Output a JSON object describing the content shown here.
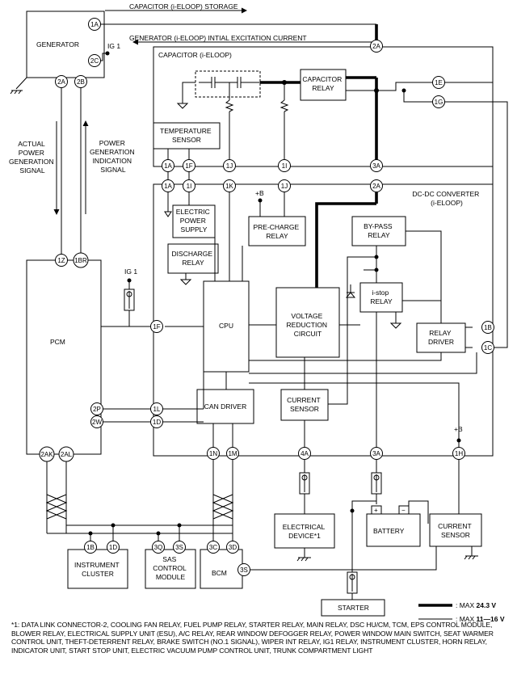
{
  "top": {
    "storage": "CAPACITOR (i-ELOOP) STORAGE",
    "excitation": "GENERATOR (i-ELOOP) INTIAL EXCITATION CURRENT"
  },
  "generator": {
    "label": "GENERATOR",
    "ig": "IG 1",
    "pins": [
      "1A",
      "2C",
      "2A",
      "2B"
    ]
  },
  "signals": {
    "left": [
      "ACTUAL",
      "POWER",
      "GENERATION",
      "SIGNAL"
    ],
    "right": [
      "POWER",
      "GENERATION",
      "INDICATION",
      "SIGNAL"
    ]
  },
  "capacitor": {
    "title": "CAPACITOR (i-ELOOP)",
    "relay": [
      "CAPACITOR",
      "RELAY"
    ],
    "temp": [
      "TEMPERATURE",
      "SENSOR"
    ],
    "pins": [
      "1A",
      "1F",
      "1J",
      "1I",
      "3A",
      "2A",
      "1E",
      "1G"
    ]
  },
  "dcdc": {
    "title": [
      "DC-DC CONVERTER",
      "(i-ELOOP)"
    ],
    "eps": [
      "ELECTRIC",
      "POWER",
      "SUPPLY"
    ],
    "precharge": [
      "PRE-CHARGE",
      "RELAY"
    ],
    "plusb": "+B",
    "discharge": [
      "DISCHARGE",
      "RELAY"
    ],
    "bypass": [
      "BY-PASS",
      "RELAY"
    ],
    "istop": [
      "i-stop",
      "RELAY"
    ],
    "cpu": "CPU",
    "vrc": [
      "VOLTAGE",
      "REDUCTION",
      "CIRCUIT"
    ],
    "relaydriver": [
      "RELAY",
      "DRIVER"
    ],
    "candriver": "CAN DRIVER",
    "current": [
      "CURRENT",
      "SENSOR"
    ],
    "pins": [
      "1A",
      "1I",
      "1K",
      "1J",
      "2A",
      "1F",
      "1L",
      "1D",
      "1B",
      "1C",
      "1N",
      "1M",
      "4A",
      "3A",
      "1H"
    ]
  },
  "pcm": {
    "label": "PCM",
    "ig": "IG 1",
    "pins": [
      "1Z",
      "1BR",
      "2P",
      "2W",
      "2AK",
      "2AL"
    ]
  },
  "bottom": {
    "cluster": [
      "INSTRUMENT",
      "CLUSTER"
    ],
    "sas": [
      "SAS",
      "CONTROL",
      "MODULE"
    ],
    "bcm": "BCM",
    "electrical": [
      "ELECTRICAL",
      "DEVICE*1"
    ],
    "battery": "BATTERY",
    "current": [
      "CURRENT",
      "SENSOR"
    ],
    "starter": "STARTER",
    "plusb": "+B",
    "pins": [
      "1B",
      "1D",
      "3Q",
      "3S",
      "3C",
      "3D",
      "3S"
    ],
    "battery_terms": [
      "+",
      "−"
    ]
  },
  "legend": {
    "max_label": ": MAX",
    "thick_value": "24.3 V",
    "thin_value": "11—16 V"
  },
  "footnote": "*1: DATA LINK CONNECTOR-2, COOLING FAN RELAY, FUEL PUMP RELAY, STARTER RELAY, MAIN RELAY, DSC HU/CM, TCM, EPS CONTROL MODULE, BLOWER RELAY, ELECTRICAL SUPPLY UNIT (ESU), A/C RELAY, REAR WINDOW DEFOGGER RELAY, POWER WINDOW MAIN SWITCH, SEAT WARMER CONTROL UNIT, THEFT-DETERRENT RELAY, BRAKE SWITCH (NO.1 SIGNAL), WIPER INT RELAY, IG1 RELAY, INSTRUMENT CLUSTER, HORN RELAY, INDICATOR UNIT, START STOP UNIT, ELECTRIC VACUUM PUMP CONTROL UNIT, TRUNK COMPARTMENT LIGHT"
}
